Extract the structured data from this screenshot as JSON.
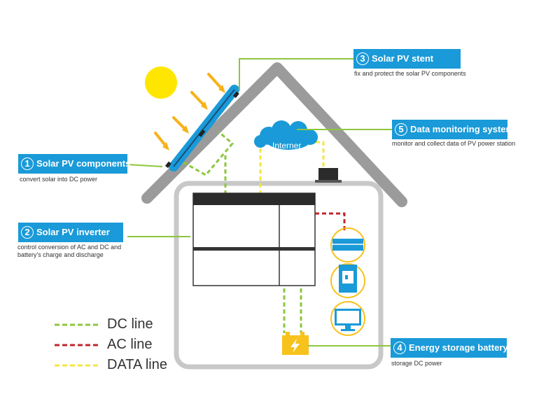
{
  "components": [
    {
      "num": "1",
      "title": "Solar PV components",
      "desc": "convert solar into DC power"
    },
    {
      "num": "2",
      "title": "Solar PV inverter",
      "desc": "control conversion of AC and DC and battery's charge and discharge"
    },
    {
      "num": "3",
      "title": "Solar PV stent",
      "desc": "fix and protect the solar PV components"
    },
    {
      "num": "4",
      "title": "Energy storage battery",
      "desc": "storage DC power"
    },
    {
      "num": "5",
      "title": "Data monitoring system",
      "desc": "monitor and collect data of PV power station"
    }
  ],
  "cloud_label": "Interner",
  "legend": [
    {
      "label": "DC line",
      "color": "#8dc63f"
    },
    {
      "label": "AC line",
      "color": "#c1272d"
    },
    {
      "label": "DATA line",
      "color": "#f5e642"
    }
  ],
  "colors": {
    "accent": "#1a9ad8",
    "roof": "#9b9b9b",
    "sun": "#ffe600",
    "rays": "#f7b219",
    "battery": "#f7c21b"
  },
  "icons": [
    "sun-icon",
    "solar-panel-icon",
    "cloud-icon",
    "laptop-icon",
    "inverter-icon",
    "battery-icon",
    "air-conditioner-icon",
    "refrigerator-icon",
    "monitor-icon"
  ]
}
